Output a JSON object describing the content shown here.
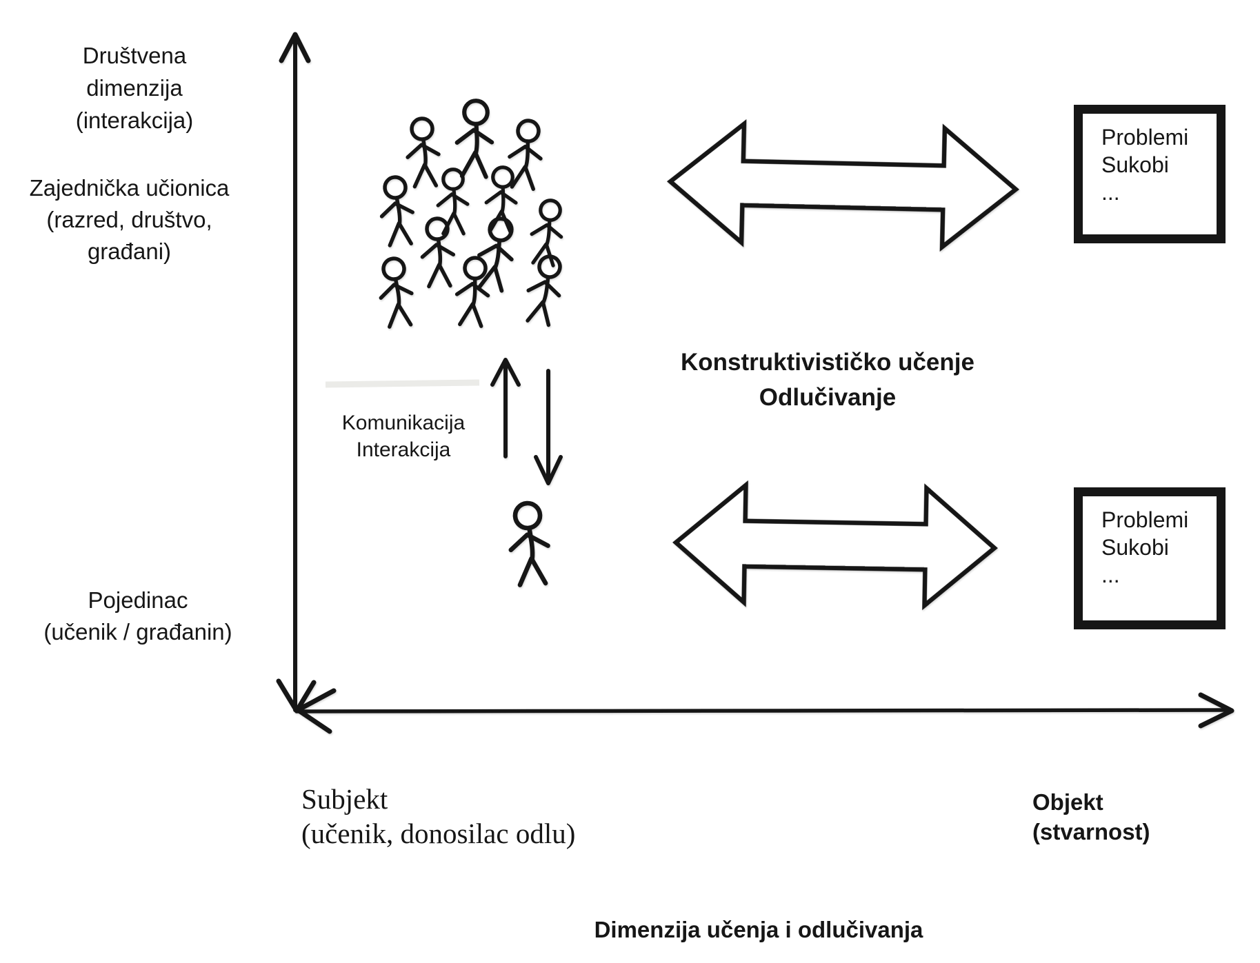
{
  "colors": {
    "background": "#ffffff",
    "ink": "#161616",
    "shape_fill": "#ffffff",
    "scan_artifact": "#e3e3df"
  },
  "y_axis": {
    "top_label": {
      "lines": [
        "Društvena",
        "dimenzija",
        "(interakcija)"
      ]
    },
    "mid_label": {
      "lines": [
        "Zajednička učionica",
        "(razred, društvo,",
        "građani)"
      ]
    },
    "bottom_label": {
      "lines": [
        "Pojedinac",
        "(učenik / građanin)"
      ]
    }
  },
  "x_axis": {
    "left_label": {
      "lines": [
        "Subjekt",
        "(učenik, donosilac odlu)"
      ]
    },
    "right_label": {
      "lines": [
        "Objekt",
        "(stvarnost)"
      ]
    },
    "caption": "Dimenzija učenja i odlučivanja"
  },
  "center_label": {
    "lines": [
      "Konstruktivističko učenje",
      "Odlučivanje"
    ]
  },
  "communication_label": {
    "lines": [
      "Komunikacija",
      "Interakcija"
    ]
  },
  "top_box": {
    "lines": [
      "Problemi",
      "Sukobi",
      "..."
    ]
  },
  "bottom_box": {
    "lines": [
      "Problemi",
      "Sukobi",
      "..."
    ]
  },
  "figures": {
    "crowd_count": 12,
    "individual_count": 1
  }
}
